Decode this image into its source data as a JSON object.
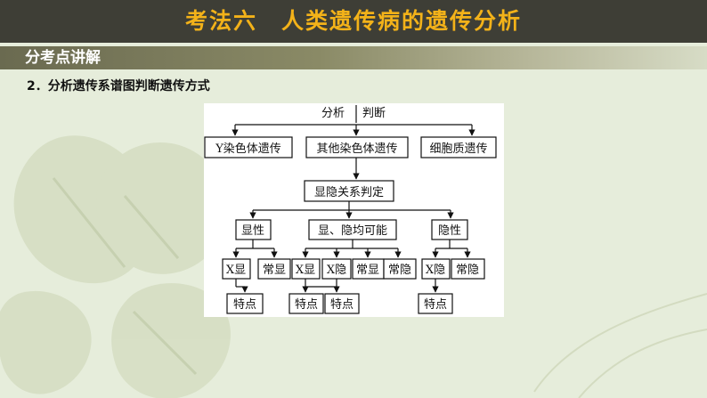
{
  "header": {
    "title": "考法六　人类遗传病的遗传分析"
  },
  "section": {
    "label": "分考点讲解"
  },
  "content": {
    "heading": "2．分析遗传系谱图判断遗传方式"
  },
  "diagram": {
    "top_left": "分析",
    "top_right": "判断",
    "types": [
      "Y染色体遗传",
      "其他染色体遗传",
      "细胞质遗传"
    ],
    "judge": "显隐关系判定",
    "relations": [
      "显性",
      "显、隐均可能",
      "隐性"
    ],
    "modes": [
      "X显",
      "常显",
      "X显",
      "X隐",
      "常显",
      "常隐",
      "X隐",
      "常隐"
    ],
    "features": [
      "特点",
      "特点",
      "特点",
      "特点"
    ]
  },
  "colors": {
    "title_bar": "#3e3e36",
    "title_text": "#f3b219",
    "background": "#e6eddb",
    "leaf": "#d3dcc0"
  }
}
